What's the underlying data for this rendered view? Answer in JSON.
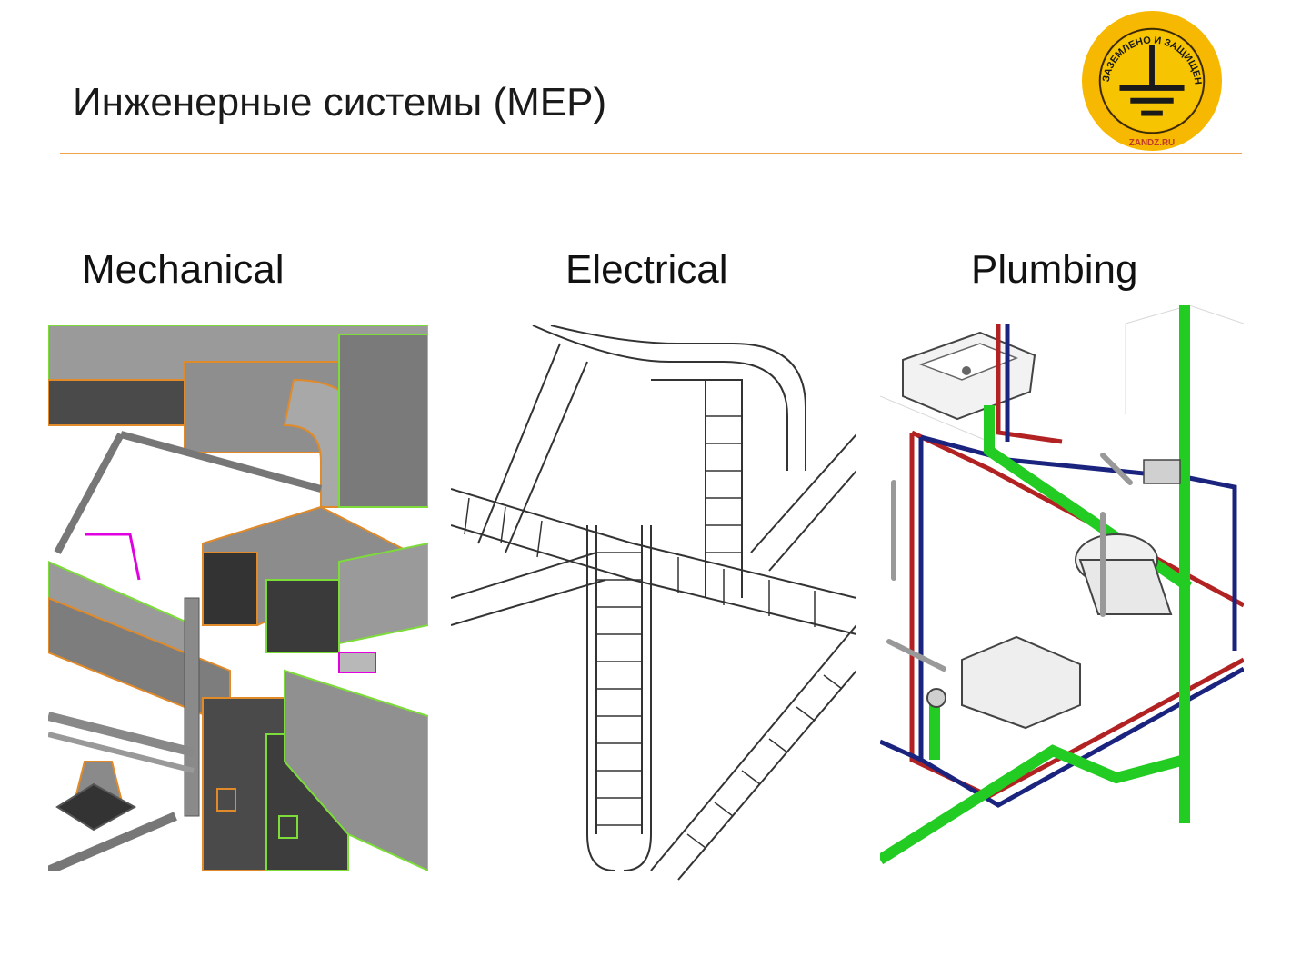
{
  "slide": {
    "title": "Инженерные системы (МЕР)"
  },
  "logo": {
    "arc_text_top": "ЗАЗЕМЛЕНО И ЗАЩИЩЕНО",
    "bottom_text": "ZANDZ.RU",
    "ring_color": "#f6b800",
    "text_color": "#c0392b"
  },
  "sections": [
    {
      "label": "Mechanical"
    },
    {
      "label": "Electrical"
    },
    {
      "label": "Plumbing"
    }
  ],
  "colors": {
    "accent_rule": "#f0a24a",
    "duct_gray": "#8c8c8c",
    "duct_edge_green": "#7ddc3a",
    "duct_edge_orange": "#e08a2a",
    "pipe_green": "#22cc22",
    "pipe_red": "#b22222",
    "pipe_blue": "#1a237e"
  }
}
